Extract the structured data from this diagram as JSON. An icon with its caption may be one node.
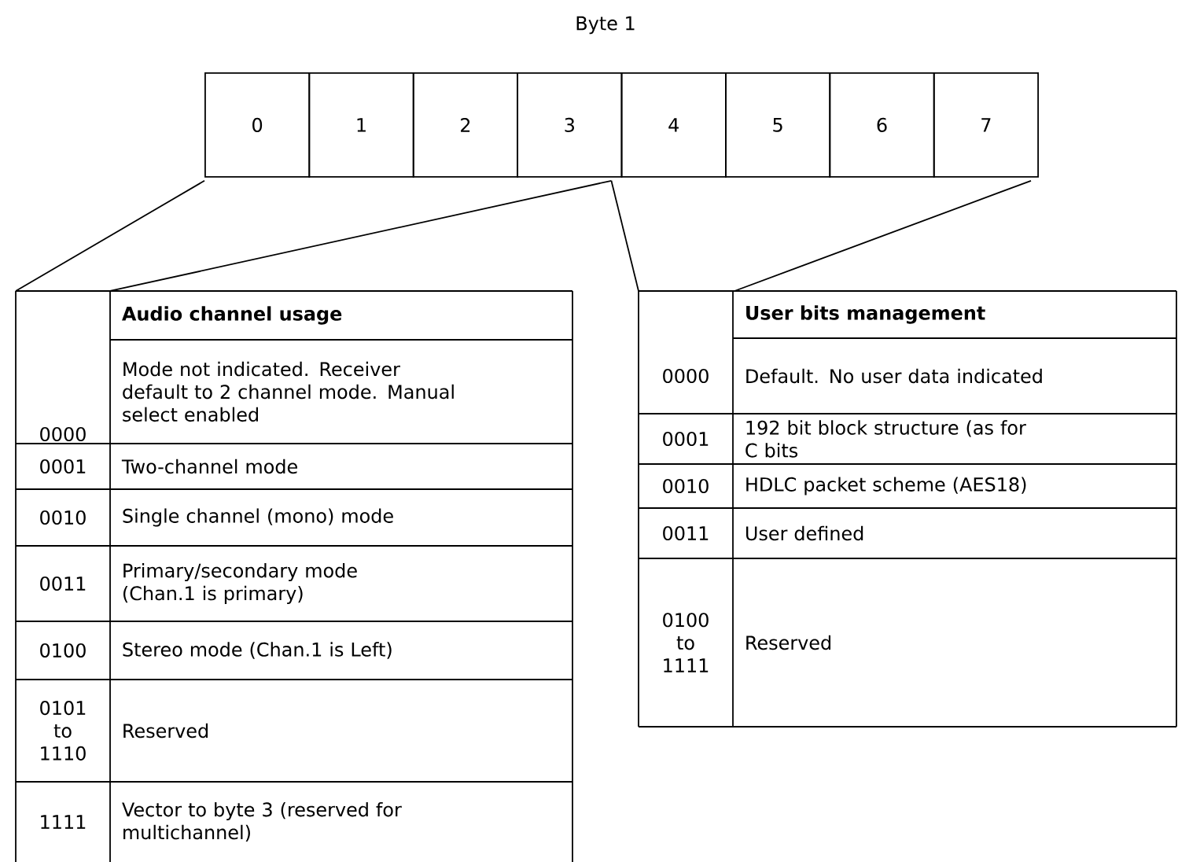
{
  "diagram": {
    "title": "Byte 1",
    "nodes": [
      {
        "text": [
          "0"
        ]
      },
      {
        "text": [
          "1"
        ]
      },
      {
        "text": [
          "2"
        ]
      },
      {
        "text": [
          "3"
        ]
      },
      {
        "text": [
          "4"
        ]
      },
      {
        "text": [
          "5"
        ]
      },
      {
        "text": [
          "6"
        ]
      },
      {
        "text": [
          "7"
        ]
      },
      {
        "text": [
          "Audio channel usage",
          "0000",
          "Mode not indicated. Receiver default to 2 channel mode. Manual select enabled",
          "0001",
          "Two-channel mode",
          "0010",
          "Single channel (mono) mode",
          "0011",
          "Primary/secondary mode (Chan.1 is primary)",
          "0100",
          "Stereo mode (Chan.1 is Left)",
          "0101 to 1110",
          "Reserved",
          "1111",
          "Vector to byte 3 (reserved for multichannel)"
        ]
      },
      {
        "text": [
          "User bits management",
          "0000",
          "Default. No user data indicated",
          "0001",
          "192 bit block structure (as for C bits",
          "0010",
          "HDLC packet scheme (AES18)",
          "0011",
          "User defined",
          "0100 to 1111",
          "Reserved"
        ]
      }
    ],
    "edges": [
      {
        "from": 0,
        "to": 8,
        "arrow": "none"
      },
      {
        "from": 3,
        "to": 8,
        "arrow": "none"
      },
      {
        "from": 3,
        "to": 9,
        "arrow": "none"
      },
      {
        "from": 7,
        "to": 9,
        "arrow": "none"
      }
    ]
  }
}
